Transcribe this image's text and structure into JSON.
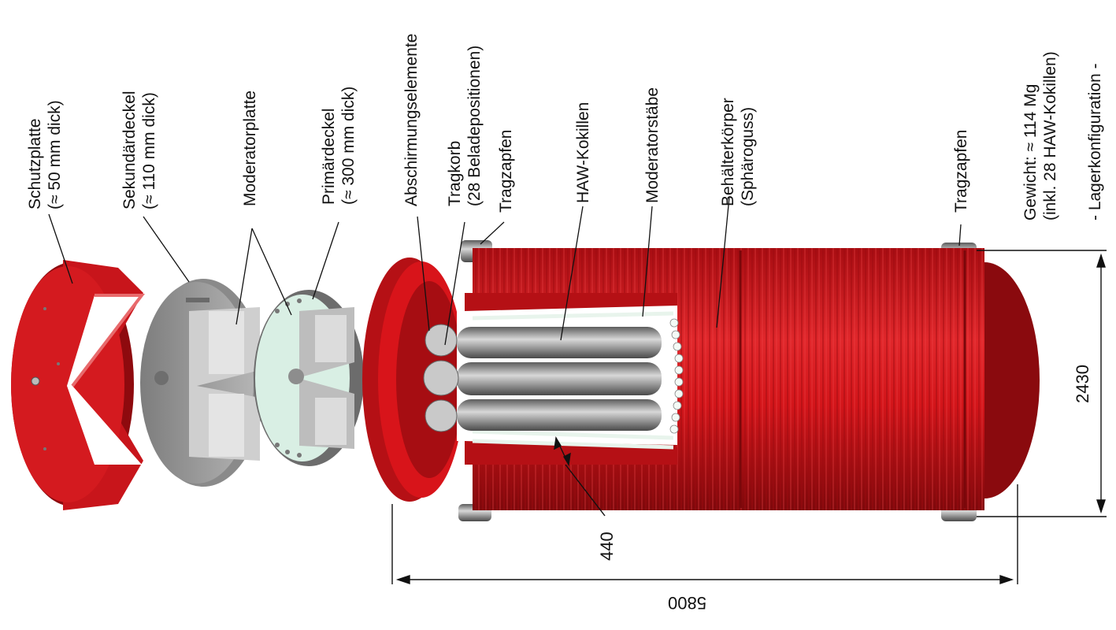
{
  "labels": {
    "schutzplatte": {
      "line1": "Schutzplatte",
      "line2": "(≈ 50 mm dick)"
    },
    "sekundaerdeckel": {
      "line1": "Sekundärdeckel",
      "line2": "(≈ 110 mm dick)"
    },
    "moderatorplatte": {
      "line1": "Moderatorplatte"
    },
    "primaerdeckel": {
      "line1": "Primärdeckel",
      "line2": "(≈ 300 mm dick)"
    },
    "abschirmung": {
      "line1": "Abschirmungselemente"
    },
    "tragkorb": {
      "line1": "Tragkorb",
      "line2": "(28 Beladepositionen)"
    },
    "tragzapfen_left": {
      "line1": "Tragzapfen"
    },
    "haw_kokillen": {
      "line1": "HAW-Kokillen"
    },
    "moderatorstaebe": {
      "line1": "Moderatorstäbe"
    },
    "behaelterkoerper": {
      "line1": "Behälterkörper",
      "line2": "(Sphäroguss)"
    },
    "tragzapfen_right": {
      "line1": "Tragzapfen"
    },
    "gewicht": {
      "line1": "Gewicht: ≈ 114 Mg",
      "line2": "(inkl. 28 HAW-Kokillen)"
    },
    "konfiguration": {
      "line1": "- Lagerkonfiguration -"
    }
  },
  "dimensions": {
    "length": "5800",
    "diameter": "2430",
    "wall": "440"
  },
  "colors": {
    "red_main": "#d8141a",
    "red_dark": "#8e0a0e",
    "red_light": "#f04a4c",
    "steel": "#9a9a9a",
    "steel_light": "#d6d6d6",
    "moderator_green": "#d9efe4"
  }
}
